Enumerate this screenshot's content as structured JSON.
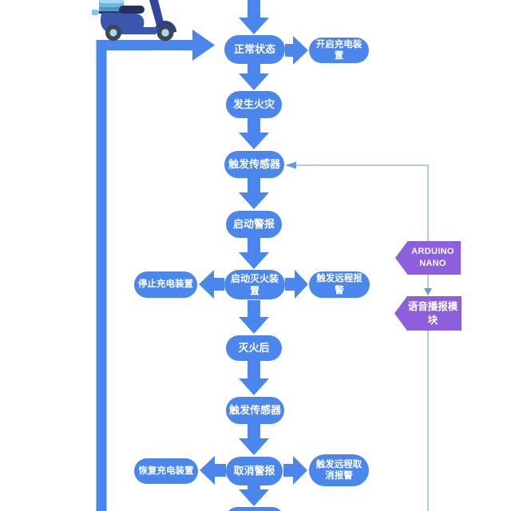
{
  "canvas": {
    "background": "#ffffff"
  },
  "colors": {
    "node_fill": "#4a86ec",
    "arrow_fill": "#4a86ec",
    "purple_fill": "#8d5fdd",
    "connector_stroke": "#9bbbe0",
    "connector_arrow": "#6b99d8",
    "node_text": "#ffffff",
    "canvas_bg": "#ffffff"
  },
  "nodes": {
    "normal_state": "正常状态",
    "start_charging": "开启充电装置",
    "fire_occurs": "发生火灾",
    "trigger_sensor_1": "触发传感器",
    "start_alarm": "启动警报",
    "start_extinguisher": "启动灭火装置",
    "stop_charging": "停止充电装置",
    "trigger_remote_alarm": "触发远程报警",
    "after_extinguish": "灭火后",
    "trigger_sensor_2": "触发传感器",
    "cancel_alarm": "取消警报",
    "restore_charging": "恢复充电装置",
    "trigger_remote_cancel": "触发远程取消报警",
    "arduino_nano": "ARDUINO NANO",
    "voice_module": "语音播报模块"
  },
  "icons": {
    "scooter": "scooter-icon"
  }
}
